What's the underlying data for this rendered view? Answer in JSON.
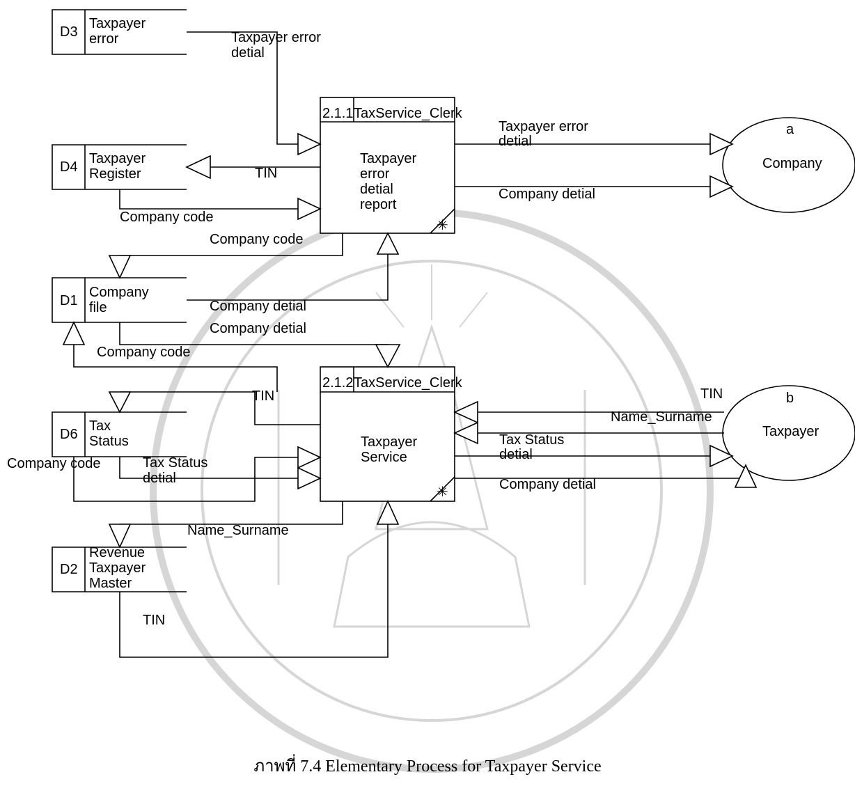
{
  "data_stores": {
    "d3": {
      "id": "D3",
      "name": [
        "Taxpayer",
        "error"
      ]
    },
    "d4": {
      "id": "D4",
      "name": [
        "Taxpayer",
        "Register"
      ]
    },
    "d1": {
      "id": "D1",
      "name": [
        "Company",
        "file"
      ]
    },
    "d6": {
      "id": "D6",
      "name": [
        "Tax",
        "Status"
      ]
    },
    "d2": {
      "id": "D2",
      "name": [
        "Revenue",
        "Taxpayer",
        "Master"
      ]
    }
  },
  "processes": {
    "p1": {
      "number": "2.1.1",
      "actor": "TaxService_Clerk",
      "name": [
        "Taxpayer",
        "error",
        "detial",
        "report"
      ],
      "marker": "✳"
    },
    "p2": {
      "number": "2.1.2",
      "actor": "TaxService_Clerk",
      "name": [
        "Taxpayer",
        "Service"
      ],
      "marker": "✳"
    }
  },
  "entities": {
    "company": {
      "id": "a",
      "name": "Company"
    },
    "taxpayer": {
      "id": "b",
      "name": "Taxpayer"
    }
  },
  "flows": {
    "d3_to_p1": [
      "Taxpayer error",
      "detial"
    ],
    "p1_to_d4": "TIN",
    "d4_to_p1": "Company code",
    "p1_to_d1": "Company code",
    "d1_to_p1": "Company detial",
    "p1_to_company_err": [
      "Taxpayer error",
      "detial"
    ],
    "p1_to_company_det": "Company detial",
    "d1_to_p2": "Company detial",
    "p2_to_d1": "Company code",
    "p2_to_d6_tin": "TIN",
    "d6_to_p2": [
      "Tax Status",
      "detial"
    ],
    "p2_to_d6_code": "Company code",
    "p2_to_d2": "Name_Surname",
    "d2_to_p2": "TIN",
    "tp_tin": "TIN",
    "tp_name": "Name_Surname",
    "p2_to_tp_status": [
      "Tax Status",
      "detial"
    ],
    "p2_to_tp_det": "Company detial"
  },
  "caption": "ภาพที่ 7.4 Elementary Process for Taxpayer Service"
}
